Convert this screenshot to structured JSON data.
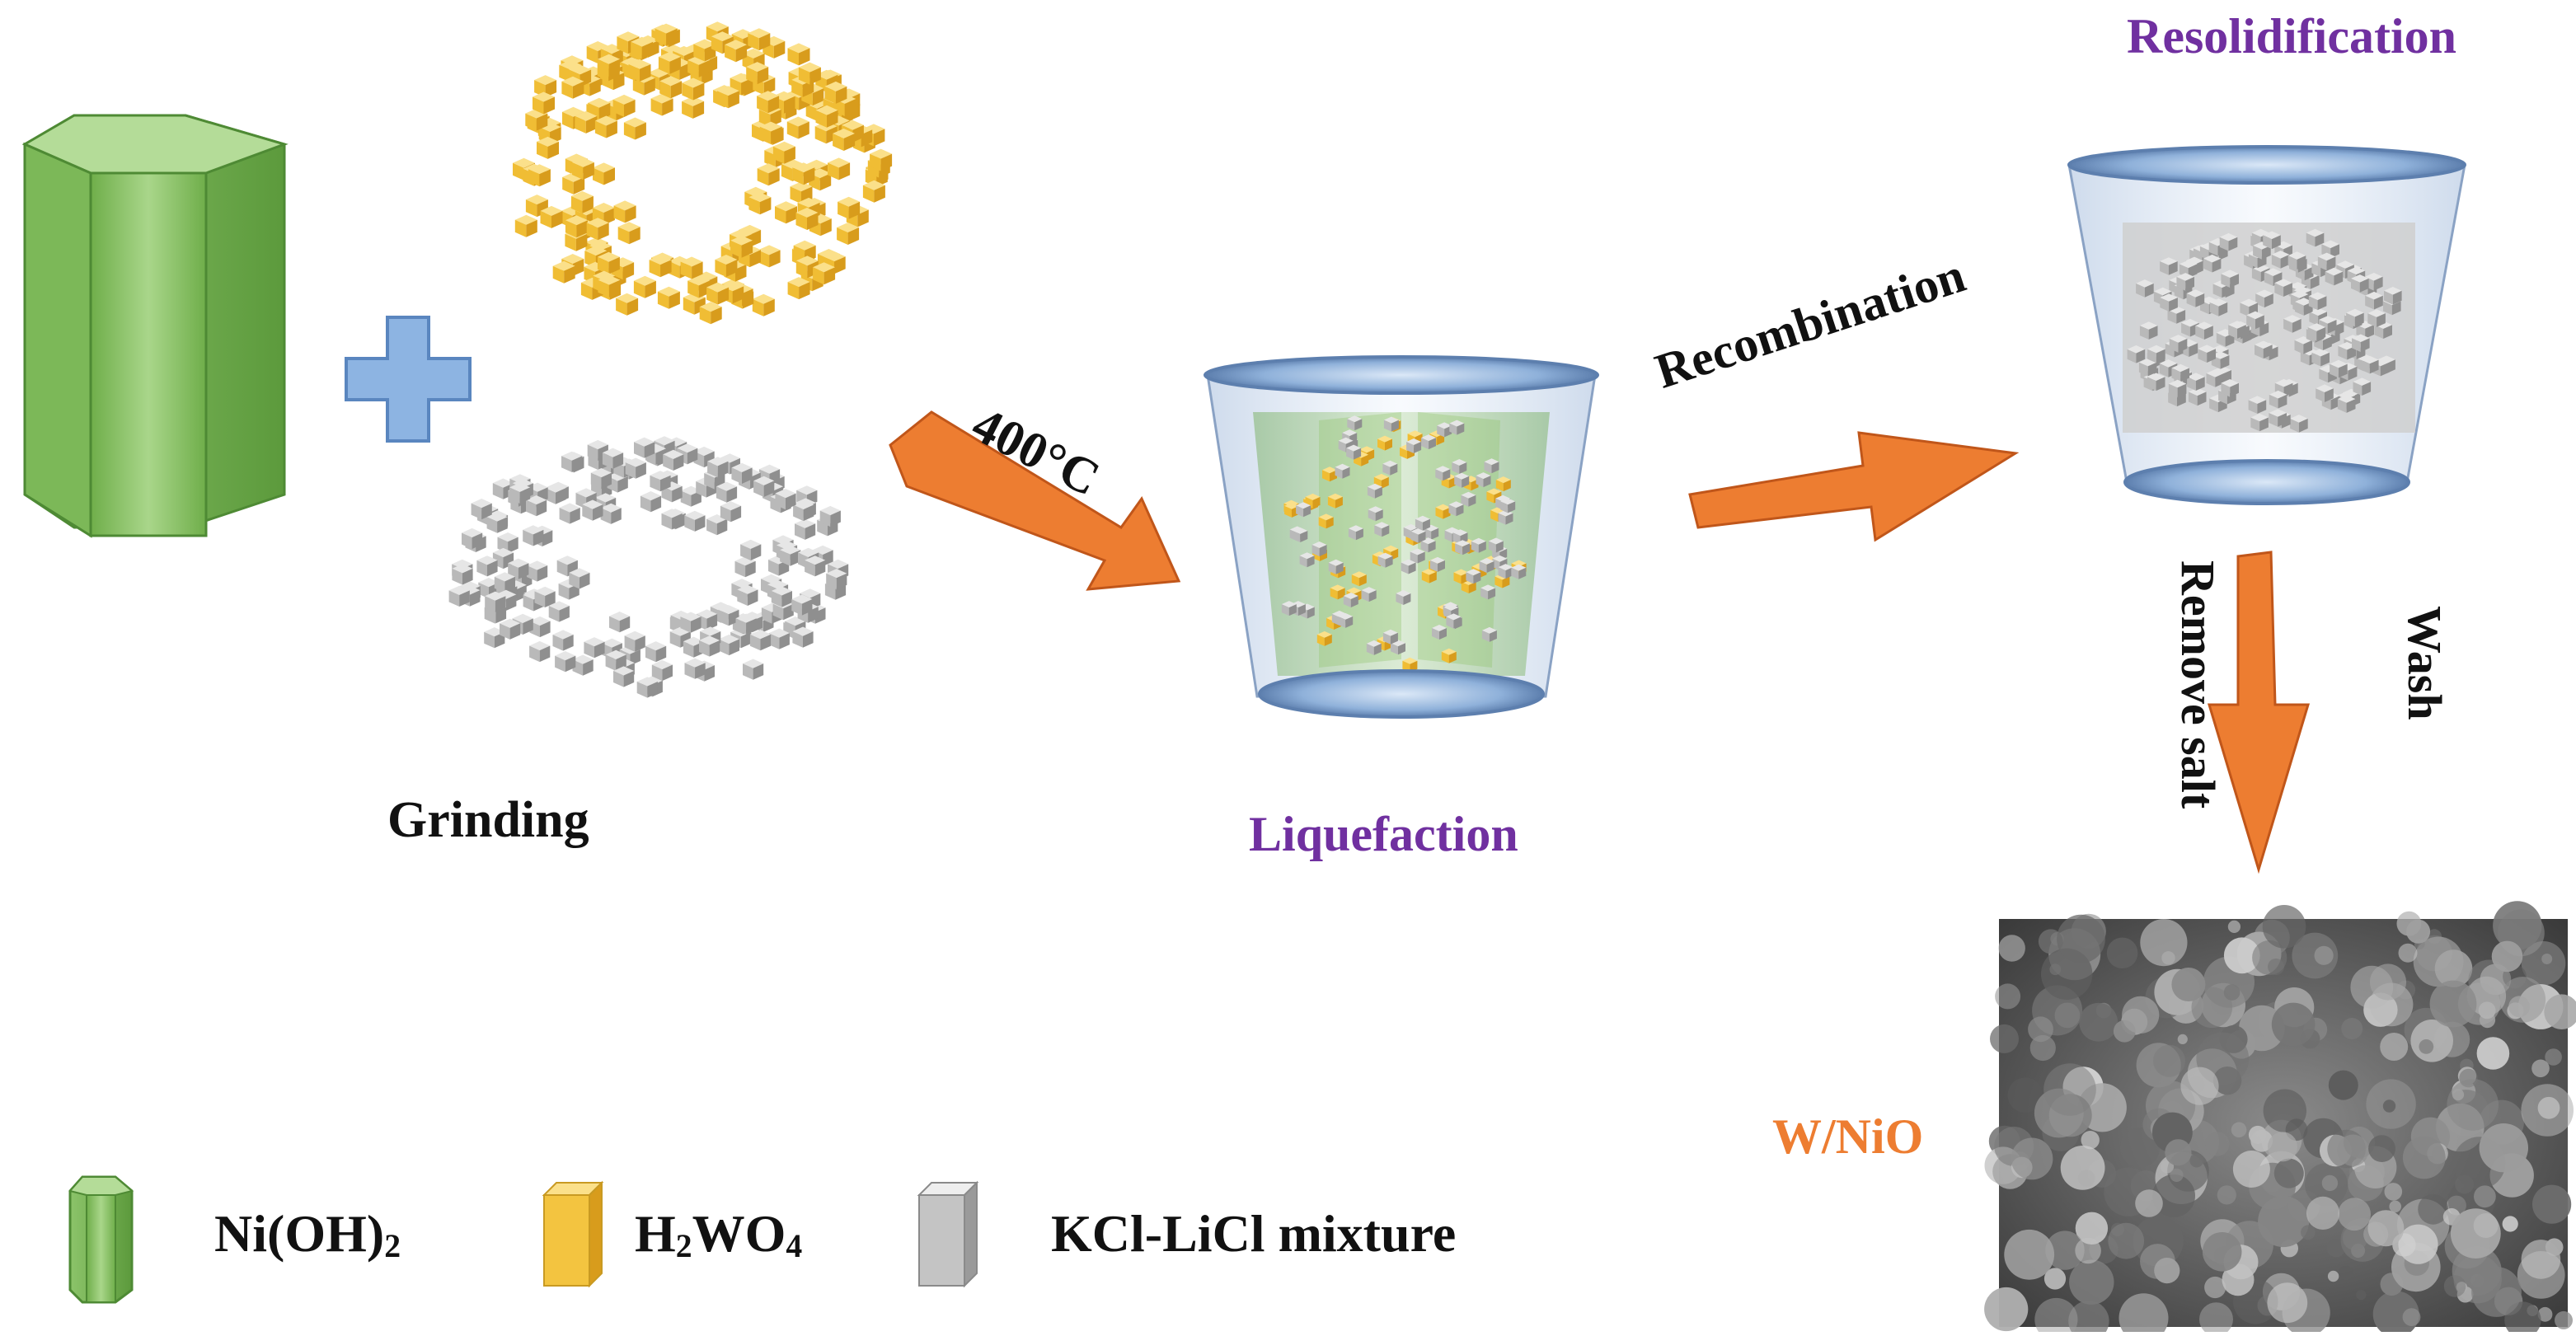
{
  "labels": {
    "grinding": "Grinding",
    "temperature": "400°C",
    "liquefaction": "Liquefaction",
    "recombination": "Recombination",
    "resolidification": "Resolidification",
    "remove_salt": "Remove salt",
    "wash": "Wash",
    "product": "W/NiO"
  },
  "legend": [
    {
      "prefix": "Ni(OH)",
      "sub": "2",
      "mid": "",
      "sub2": ""
    },
    {
      "prefix": "H",
      "sub": "2",
      "mid": "WO",
      "sub2": "4"
    },
    {
      "prefix": "KCl-LiCl mixture",
      "sub": "",
      "mid": "",
      "sub2": ""
    }
  ],
  "colors": {
    "arrow": "#ed7d31",
    "purple_text": "#7030a0",
    "orange_text": "#ed7d31",
    "hexagon": "#8fc46a",
    "h2wo4_cube": "#f2c440",
    "salt_cube": "#b5b5b5",
    "plus": "#8db4e2"
  },
  "icons": [
    "hexagonal-prism-icon",
    "plus-icon",
    "yellow-cube-icon",
    "gray-cube-icon",
    "beaker-icon",
    "sem-image"
  ]
}
